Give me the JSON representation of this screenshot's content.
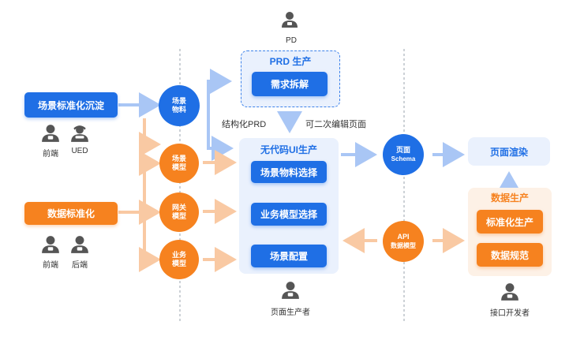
{
  "roles": {
    "pd": "PD",
    "frontend": "前端",
    "ued": "UED",
    "frontend2": "前端",
    "backend": "后端",
    "page_producer": "页面生产者",
    "api_developer": "接口开发者"
  },
  "left": {
    "scene_std": "场景标准化沉淀",
    "data_std": "数据标准化"
  },
  "circles": {
    "scene_material": [
      "场景",
      "物料"
    ],
    "scene_model": [
      "场景",
      "模型"
    ],
    "gateway_model": [
      "网关",
      "模型"
    ],
    "business_model": [
      "业务",
      "模型"
    ],
    "page_schema": [
      "页面",
      "Schema"
    ],
    "api_data_model": [
      "API",
      "数据模型"
    ]
  },
  "prd": {
    "title": "PRD 生产",
    "item": "需求拆解"
  },
  "edges": {
    "structured_prd": "结构化PRD",
    "secondary_edit": "可二次编辑页面"
  },
  "nocode": {
    "title": "无代码UI生产",
    "items": [
      "场景物料选择",
      "业务模型选择",
      "场景配置"
    ]
  },
  "render": {
    "label": "页面渲染"
  },
  "data_prod": {
    "title": "数据生产",
    "items": [
      "标准化生产",
      "数据规范"
    ]
  },
  "colors": {
    "blue": "#1f6fe5",
    "orange": "#f6821f",
    "light_blue_panel": "#eaf1fd",
    "peach_panel": "#fdf1e6",
    "blue_arrow": "#a9c6f5",
    "orange_arrow": "#f9c9a3"
  },
  "icons": [
    "person-icon",
    "person-headset-icon"
  ]
}
